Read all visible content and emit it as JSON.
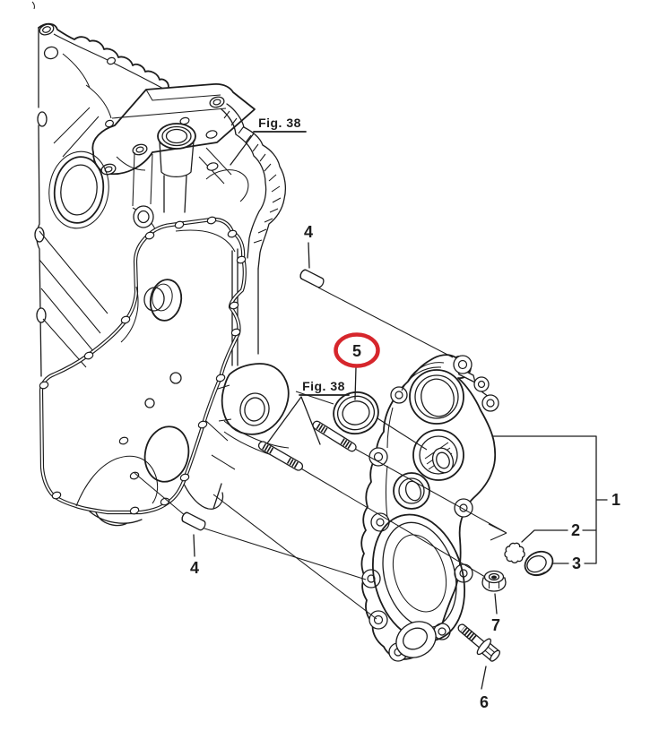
{
  "figure": {
    "kind": "exploded-parts-diagram",
    "background": "#ffffff",
    "line_color": "#1c1c1c",
    "highlight_color": "#d6262c",
    "circled_callout": "5"
  },
  "references": {
    "top": "Fig. 38",
    "middle": "Fig. 38"
  },
  "callouts": {
    "c1": "1",
    "c2": "2",
    "c3": "3",
    "c4_upper": "4",
    "c4_lower": "4",
    "c5": "5",
    "c6": "6",
    "c7": "7"
  }
}
